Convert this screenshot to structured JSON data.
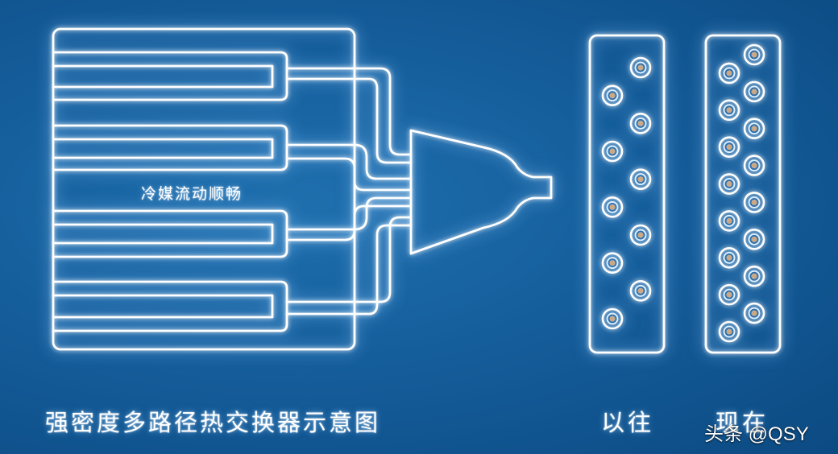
{
  "diagram": {
    "flow_label": "冷媒流动顺畅",
    "caption": "强密度多路径热交换器示意图",
    "panel_before_label": "以往",
    "panel_now_label": "现在",
    "watermark": "头条 @QSY",
    "tube_count_before": 10,
    "tube_count_now": 16,
    "colors": {
      "background": "#155e9c",
      "line": "#ffffff",
      "glow": "#8cc8ff",
      "tube_core": "#c9a98a"
    }
  }
}
